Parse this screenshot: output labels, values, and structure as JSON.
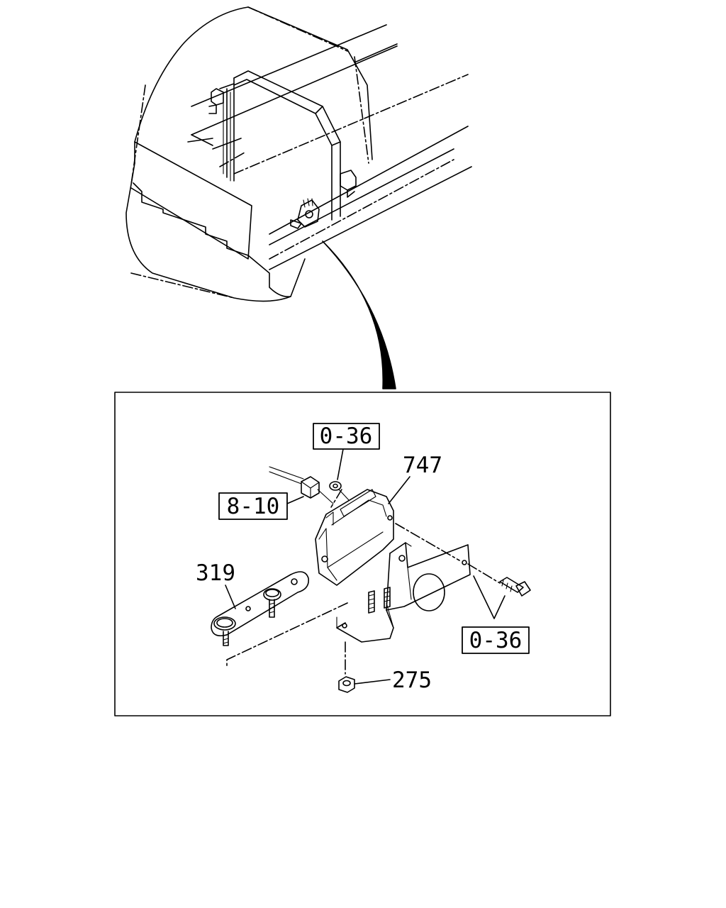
{
  "callouts": {
    "ref_top": "0-36",
    "ref_left": "8-10",
    "ref_right": "0-36",
    "part_747": "747",
    "part_319": "319",
    "part_275": "275"
  }
}
